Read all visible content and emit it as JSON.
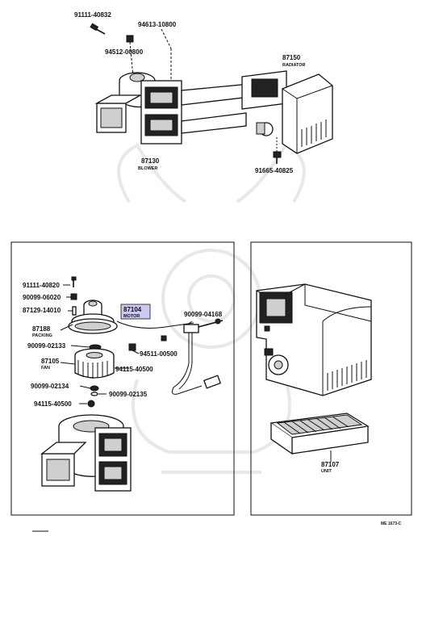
{
  "top_assembly": {
    "labels": {
      "screw_91111_40832": "91111-40832",
      "nut_94613_10800": "94613-10800",
      "nut_94512_00800": "94512-00800",
      "radiator_part": "87150",
      "radiator_name": "RADIATOR",
      "blower_part": "87130",
      "blower_name": "BLOWER",
      "bolt_91665_40825": "91665-40825"
    }
  },
  "motor_panel": {
    "labels": {
      "screw_91111_40820": "91111-40820",
      "grommet_90099_06020": "90099-06020",
      "part_87129_14010": "87129-14010",
      "motor_part": "87104",
      "motor_name": "MOTOR",
      "packing_part": "87188",
      "packing_name": "PACKING",
      "clip_90099_04168": "90099-04168",
      "clip_90099_02133": "90099-02133",
      "nut_94511_00500": "94511-00500",
      "fan_part": "87105",
      "fan_name": "FAN",
      "washer_94115_40500_a": "94115-40500",
      "clip_90099_02134": "90099-02134",
      "clip_90099_02135": "90099-02135",
      "washer_94115_40500_b": "94115-40500"
    },
    "highlight_color": "#c9c9f2"
  },
  "unit_panel": {
    "labels": {
      "unit_part": "87107",
      "unit_name": "UNIT"
    }
  },
  "footer": {
    "ref_code": "ME 1673-C"
  }
}
